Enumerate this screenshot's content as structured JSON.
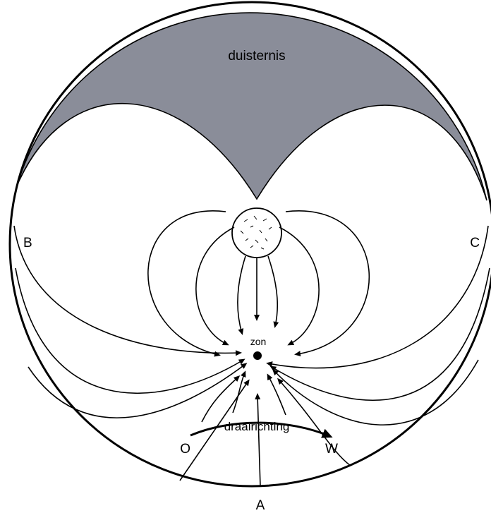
{
  "labels": {
    "dark_region": "duisternis",
    "left_point": "B",
    "right_point": "C",
    "bottom_point": "A",
    "sun": "zon",
    "rotation": "draairichting",
    "east": "O",
    "west": "W"
  },
  "colors": {
    "dark_region_fill": "#8a8d99",
    "stroke": "#000000",
    "background": "#ffffff"
  }
}
